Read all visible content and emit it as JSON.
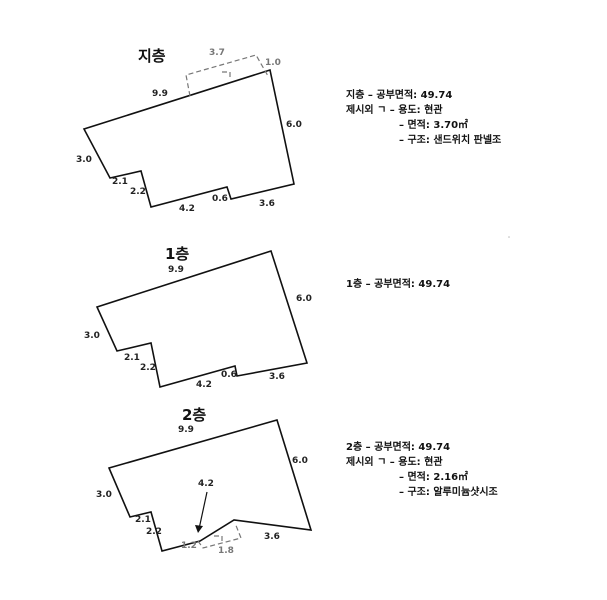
{
  "floors": [
    {
      "title": "지층",
      "dims": {
        "top": "9.9",
        "right": "6.0",
        "left": "3.0",
        "step1": "2.1",
        "step2": "2.2",
        "bottom1": "4.2",
        "bottom2": "0.6",
        "bottom3": "3.6",
        "ext_top": "3.7",
        "ext_side": "1.0"
      },
      "notes": [
        "지층 – 공부면적: 49.74",
        "제시외 ㄱ – 용도: 현관",
        "– 면적: 3.70㎡",
        "– 구조: 샌드위치 판넬조"
      ]
    },
    {
      "title": "1층",
      "dims": {
        "top": "9.9",
        "right": "6.0",
        "left": "3.0",
        "step1": "2.1",
        "step2": "2.2",
        "bottom1": "4.2",
        "bottom2": "0.6",
        "bottom3": "3.6"
      },
      "notes": [
        "1층 – 공부면적: 49.74"
      ]
    },
    {
      "title": "2층",
      "dims": {
        "top": "9.9",
        "right": "6.0",
        "left": "3.0",
        "step1": "2.1",
        "step2": "2.2",
        "inner": "4.2",
        "ext_a": "1.2",
        "ext_b": "1.8",
        "bottom3": "3.6"
      },
      "notes": [
        "2층 – 공부면적: 49.74",
        "제시외 ㄱ – 용도: 현관",
        "– 면적: 2.16㎡",
        "– 구조: 알루미늄샷시조"
      ]
    }
  ]
}
